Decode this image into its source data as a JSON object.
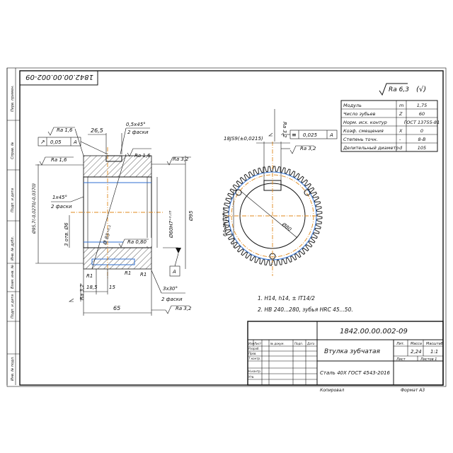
{
  "drawing_number": "1842.00.00.002-09",
  "roughness_general": {
    "label": "Ra 6,3",
    "suffix": "(√)"
  },
  "params_table": {
    "rows": [
      {
        "name": "Модуль",
        "sym": "m",
        "val": "1,75"
      },
      {
        "name": "Число зубьев",
        "sym": "Z",
        "val": "60"
      },
      {
        "name": "Норм. исх. контур",
        "sym": "",
        "val": "ГОСТ 13755-81"
      },
      {
        "name": "Коэф. смещения",
        "sym": "X",
        "val": "0"
      },
      {
        "name": "Степень точн.",
        "sym": "-",
        "val": "8-B"
      },
      {
        "name": "Делительный диаметр",
        "sym": "d",
        "val": "105"
      }
    ]
  },
  "section_view": {
    "labels": {
      "ra16_a": "Ra 1,6",
      "dim_265": "26,5",
      "chamfer_top_1": "0,5x45°",
      "chamfer_top_2": "2 фаски",
      "tol_005": "0,05",
      "datum_a_top": "A",
      "ra16_b": "Ra 1,6",
      "ra16_c": "Ra 1,6",
      "ra32_top": "Ra 3,2",
      "chamfer_left_1": "1x45°",
      "chamfer_left_2": "2 фаски",
      "dia_outer": "Ø95,7(-0,0270/-0,0370)",
      "holes": "3 отв. Ø6",
      "dia_85": "Ø 85⁺⁰·¹",
      "ra080": "Ra 0,80",
      "dia_60": "Ø60H7⁺⁰·⁰³",
      "dia_95": "Ø95",
      "r1_a": "R1",
      "r1_b": "R1",
      "r1_c": "R1",
      "datum_a_bottom": "A",
      "ra32_bottom": "Ra 3,2",
      "dim_185": "18,5",
      "dim_15": "15",
      "chamfer_bot_1": "3x30°",
      "chamfer_bot_2": "2 фаски",
      "dim_65": "65",
      "ra32_right": "Ra 3,2"
    }
  },
  "gear_view": {
    "labels": {
      "keyway": "18JS9(±0,0215)",
      "ra32_top": "Ra 3,2",
      "sym_tol": "0,025",
      "datum": "A",
      "ra32_b": "Ra 3,2",
      "dim_64": "64,4H12⁺⁰·³",
      "dia_80": "Ø80"
    }
  },
  "notes": [
    "1. H14, h14, ± IT14/2",
    "2. HB 240...280, зубья HRC 45...50."
  ],
  "title_block": {
    "number": "1842.00.00.002-09",
    "name": "Втулка зубчатая",
    "material": "Сталь 40Х ГОСТ 4543-2016",
    "lit_header": "Лит.",
    "mass_header": "Масса",
    "scale_header": "Масштаб",
    "mass": "2,24",
    "scale": "1:1",
    "sheet": "Лист",
    "sheets": "Листов 1",
    "col_izm": "Изм",
    "col_list": "Лист",
    "col_doc": "№ докум.",
    "col_sign": "Подп.",
    "col_date": "Дата",
    "razrab": "Разраб.",
    "prov": "Пров.",
    "tkontr": "Т.контр.",
    "nkontr": "Н.контр.",
    "utv": "Утв.",
    "copied": "Копировал",
    "format": "Формат А3"
  },
  "side_strip": [
    "Перв. примен.",
    "Справ. №",
    "Подп. и дата",
    "Инв. № дубл.",
    "Взам. инв. №",
    "Подп. и дата",
    "Инв. № подл."
  ]
}
